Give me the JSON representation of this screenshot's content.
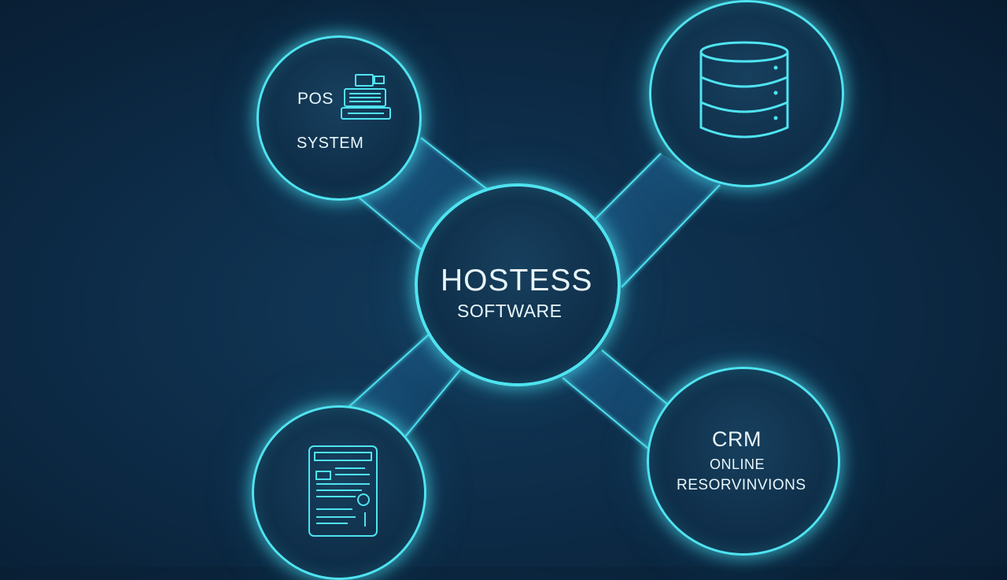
{
  "accent_color": "#4fe3f0",
  "background_color": "#0d2c48",
  "center_node": {
    "title": "HOSTESS",
    "subtitle": "SOFTWARE"
  },
  "pos_node": {
    "line1": "POS",
    "line2": "SYSTEM",
    "icon": "cash-register-icon"
  },
  "database_node": {
    "icon": "database-icon"
  },
  "document_node": {
    "icon": "document-icon"
  },
  "crm_node": {
    "line1": "CRM",
    "line2": "ONLIΝE",
    "line3": "RESORVIΝVIONS"
  }
}
